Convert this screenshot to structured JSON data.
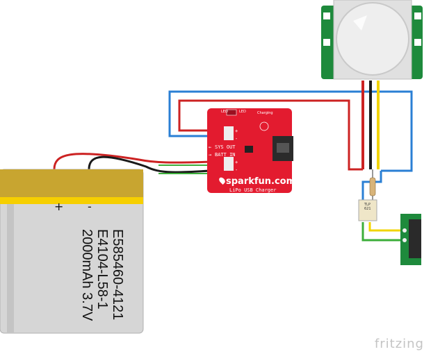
{
  "battery": {
    "plus_sign": "+",
    "minus_sign": "-",
    "label_lines": [
      "E585460-4121",
      "E4104-L58-1",
      "2000mAh 3.7V"
    ]
  },
  "charger": {
    "brand": "sparkfun.com",
    "subtitle": "LiPo USB Charger",
    "pins": [
      "SYS OUT",
      "BATT IN"
    ],
    "pin_arrows": [
      "←",
      "→"
    ],
    "pin_signs": [
      "+",
      "-",
      "+",
      "-"
    ],
    "led_labels": [
      "LED",
      "LED"
    ],
    "charging_label": "Charging"
  },
  "optocoupler": {
    "line1": "TLP",
    "line2": "621"
  },
  "watermark": "fritzing",
  "colors": {
    "wire_red": "#cc2222",
    "wire_black": "#1a1a1a",
    "wire_blue": "#2a7fd4",
    "wire_yellow": "#f2d400",
    "wire_green": "#3cae3a",
    "pcb_red": "#e31b2f",
    "pcb_green": "#1e8a3c",
    "battery_gold": "#c8a530",
    "battery_body": "#d6d6d6"
  }
}
